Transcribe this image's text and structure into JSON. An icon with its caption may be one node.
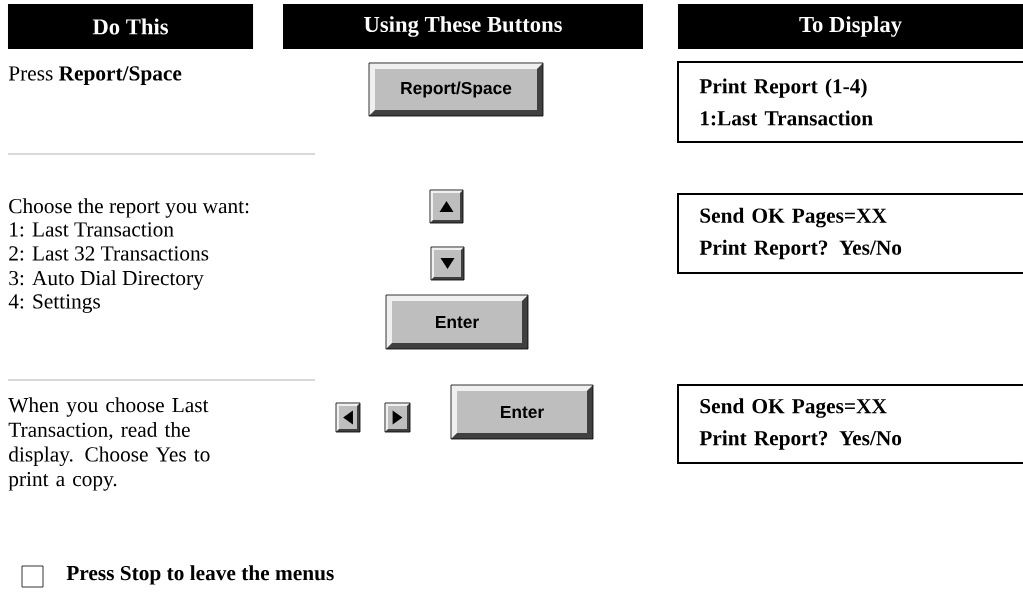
{
  "diagram": {
    "nodes": [
      {
        "text": [
          "Do This"
        ]
      },
      {
        "text": [
          "Using These Buttons"
        ]
      },
      {
        "text": [
          "To Display"
        ]
      },
      {
        "text": [
          "Report/Space"
        ]
      },
      {
        "text": [
          "Print Report (1-4)",
          "1:Last Transaction"
        ]
      },
      {
        "text": [],
        "shape": "box"
      },
      {
        "text": [],
        "shape": "box"
      },
      {
        "text": [
          "Enter"
        ]
      },
      {
        "text": [
          "Send OK Pages=XX",
          "Print Report? Yes/No"
        ]
      },
      {
        "text": [],
        "shape": "box"
      },
      {
        "text": [],
        "shape": "box"
      },
      {
        "text": [
          "Enter"
        ]
      },
      {
        "text": [
          "Send OK Pages=XX",
          "Print Report? Yes/No"
        ]
      }
    ],
    "labels": [
      "Press **Report/Space**",
      "Choose the report you want:",
      "1: Last Transaction",
      "2: Last 32 Transactions",
      "3: Auto Dial Directory",
      "4: Settings",
      "When you choose Last Transaction, read the display. Choose Yes to print a copy.",
      "Press Stop to leave the menus"
    ]
  }
}
